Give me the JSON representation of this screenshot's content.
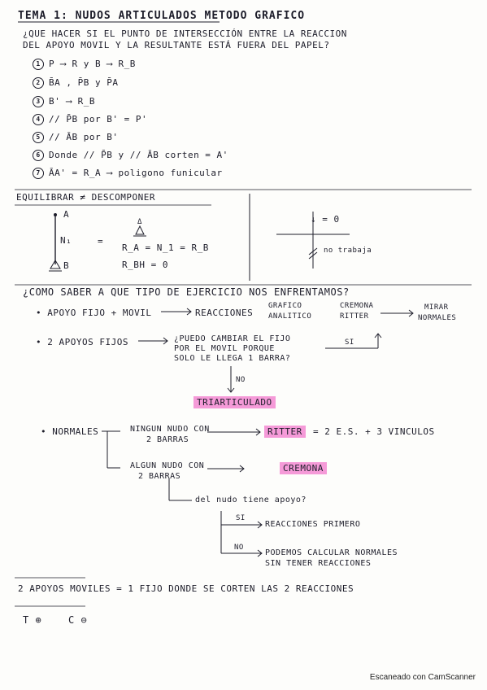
{
  "title": "TEMA 1: NUDOS ARTICULADOS    METODO GRAFICO",
  "question": {
    "line1": "¿QUE HACER SI EL PUNTO DE INTERSECCIÓN ENTRE LA REACCION",
    "line2": "DEL APOYO MOVIL Y LA RESULTANTE ESTÁ FUERA DEL PAPEL?"
  },
  "steps": [
    {
      "n": "1",
      "text": "P  ⟶  R     y   B  ⟶  R_B"
    },
    {
      "n": "2",
      "text": "B̄A ,   P̄B    y   P̄A"
    },
    {
      "n": "3",
      "text": "B'  ⟶  R_B"
    },
    {
      "n": "4",
      "text": "// P̄B   por   B'   =   P'"
    },
    {
      "n": "5",
      "text": "// ĀB   por   B'"
    },
    {
      "n": "6",
      "text": "Donde   // P̄B   y    // ĀB   corten = A'"
    },
    {
      "n": "7",
      "text": "ĀA' = R_A  ⟶  poligono funicular"
    }
  ],
  "equilibrar": {
    "heading": "EQUILIBRAR ≠ DESCOMPONER",
    "diagram_labels": {
      "a": "A",
      "n": "N₁",
      "b": "B"
    },
    "equals": "=",
    "triangle_label": "Δ",
    "eq1": "R_A = N_1 = R_B",
    "eq2": "R_BH = 0",
    "right_top": "↓ = 0",
    "right_bottom": "no trabaja"
  },
  "tipo": {
    "heading": "¿COMO SABER A QUE TIPO DE EJERCICIO NOS ENFRENTAMOS?",
    "row1_left": "• APOYO FIJO + MOVIL",
    "row1_mid": "REACCIONES",
    "row1_opt1": "GRAFICO",
    "row1_opt2": "ANALITICO",
    "row1_opt3": "CREMONA",
    "row1_opt4": "RITTER",
    "row1_right1": "MIRAR",
    "row1_right2": "NORMALES",
    "row2_left": "• 2 APOYOS FIJOS",
    "row2_q1": "¿PUEDO CAMBIAR EL FIJO",
    "row2_q2": "POR EL MOVIL PORQUE",
    "row2_q3": "SOLO LE LLEGA 1 BARRA?",
    "row2_si": "SI",
    "row2_no": "NO",
    "triarticulado": "TRIARTICULADO"
  },
  "normales": {
    "label": "• NORMALES",
    "b1_1": "NINGUN NUDO CON",
    "b1_2": "2 BARRAS",
    "ritter": "RITTER",
    "formula": "= 2 E.S. + 3 VINCULOS",
    "b2_1": "ALGUN NUDO CON",
    "b2_2": "2 BARRAS",
    "cremona": "CREMONA",
    "apoyo_q": "del nudo tiene apoyo?",
    "si": "SI",
    "si_text": "REACCIONES PRIMERO",
    "no": "NO",
    "no_text1": "PODEMOS CALCULAR NORMALES",
    "no_text2": "SIN TENER REACCIONES"
  },
  "bottom": {
    "text": "2 APOYOS MOVILES = 1 FIJO DONDE SE CORTEN LAS 2 REACCIONES",
    "t_label": "T ⊕",
    "c_label": "C ⊖"
  },
  "footer": "Escaneado con CamScanner",
  "colors": {
    "ink": "#1d1d2a",
    "highlight": "#f59ad8"
  }
}
